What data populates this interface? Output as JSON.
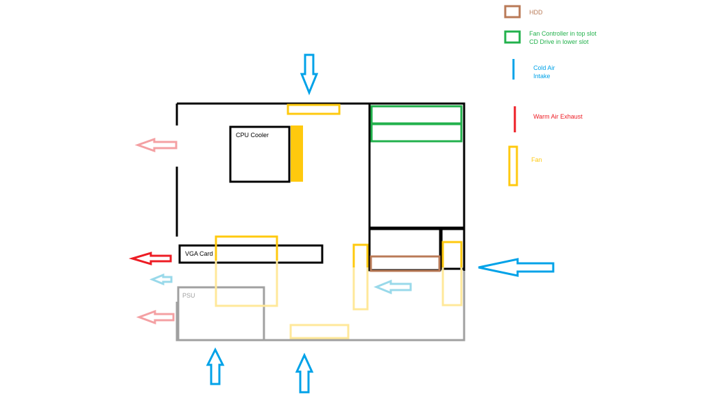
{
  "labels": {
    "cpu_cooler": "CPU Cooler",
    "vga_card": "VGA Card",
    "psu": "PSU"
  },
  "legend": {
    "hdd": "HDD",
    "fan_controller_line1": "Fan Controller in top slot",
    "fan_controller_line2": "CD Drive in lower slot",
    "cold_air_line1": "Cold Air",
    "cold_air_line2": "Intake",
    "warm_air": "Warm Air Exhaust",
    "fan": "Fan"
  },
  "colors": {
    "case": "#000000",
    "hdd": "#b97a57",
    "drive_bay": "#22b14c",
    "cold_air": "#00a2e8",
    "warm_air": "#ed1c24",
    "fan": "#ffc90e",
    "psu": "#a0a0a0"
  }
}
